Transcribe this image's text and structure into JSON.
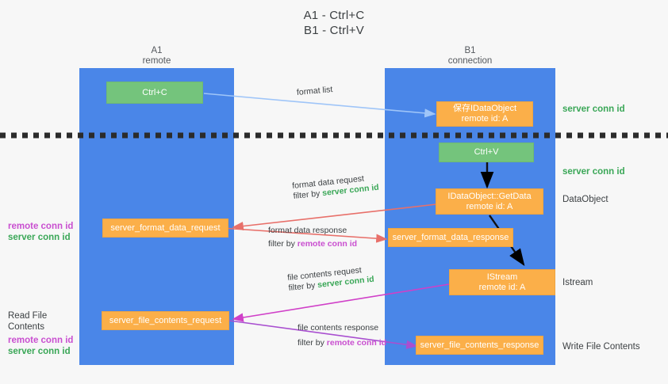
{
  "title": {
    "line1": "A1 - Ctrl+C",
    "line2": "B1 - Ctrl+V"
  },
  "colors": {
    "background": "#f7f7f7",
    "lane": "#4a86e8",
    "node_orange": "#fbaf49",
    "node_green": "#74c47c",
    "server_conn_id": "#3aa757",
    "remote_conn_id": "#c94fd0",
    "text": "#3c4043",
    "arrow_blue": "#9fc5f8",
    "arrow_red": "#e8706a",
    "arrow_magenta": "#d040c8",
    "arrow_purple": "#a94fd0",
    "arrow_black": "#000000",
    "divider": "#2b2b2b"
  },
  "lanes": [
    {
      "name": "A1",
      "sub": "remote"
    },
    {
      "name": "B1",
      "sub": "connection"
    }
  ],
  "nodes": {
    "ctrl_c": {
      "label": "Ctrl+C",
      "sub": ""
    },
    "save_dataobject": {
      "label": "保存IDataObject",
      "sub": "remote id: A"
    },
    "ctrl_v": {
      "label": "Ctrl+V",
      "sub": ""
    },
    "getdata": {
      "label": "IDataObject::GetData",
      "sub": "remote id: A"
    },
    "fmt_req": {
      "label": "server_format_data_request",
      "sub": ""
    },
    "fmt_resp": {
      "label": "server_format_data_response",
      "sub": ""
    },
    "istream": {
      "label": "IStream",
      "sub": "remote id: A"
    },
    "file_req": {
      "label": "server_file_contents_request",
      "sub": ""
    },
    "file_resp": {
      "label": "server_file_contents_response",
      "sub": ""
    }
  },
  "edges": {
    "format_list": {
      "l1": "format list"
    },
    "format_data_request": {
      "l1": "format data request",
      "l2_prefix": "filter by ",
      "l2_token": "server conn id",
      "l2_color": "green"
    },
    "format_data_response": {
      "l1": "format data response",
      "l2_prefix": "filter by ",
      "l2_token": "remote conn id",
      "l2_color": "purple"
    },
    "file_contents_request": {
      "l1": "file contents request",
      "l2_prefix": "filter by ",
      "l2_token": "server conn id",
      "l2_color": "green"
    },
    "file_contents_response": {
      "l1": "file contents response",
      "l2_prefix": "filter by ",
      "l2_token": "remote conn id",
      "l2_color": "purple"
    }
  },
  "side_right": {
    "r1": "server conn id",
    "r2": "server conn id",
    "r3": "DataObject",
    "r4": "Istream",
    "r5": "Write File Contents"
  },
  "side_left": {
    "l1_remote": "remote conn id",
    "l1_server": "server conn id",
    "l2_title": "Read File Contents",
    "l2_remote": "remote conn id",
    "l2_server": "server conn id"
  }
}
